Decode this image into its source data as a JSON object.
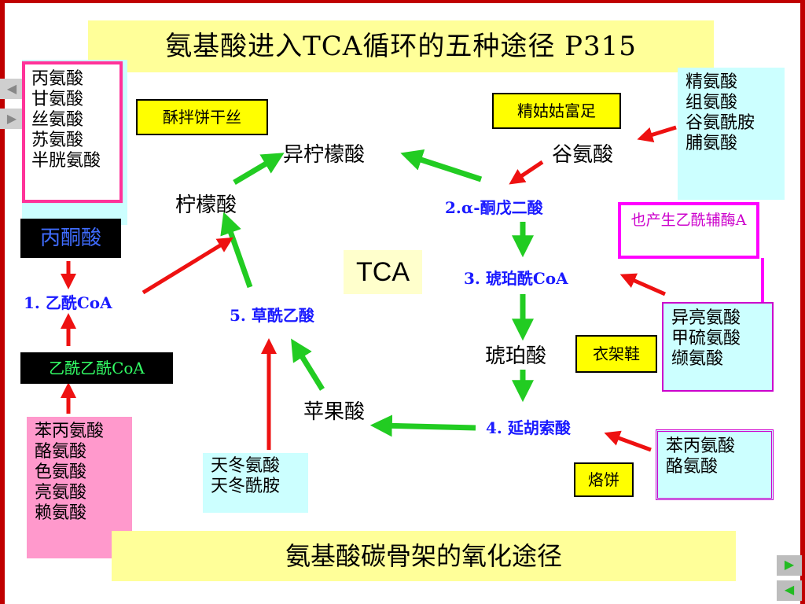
{
  "title": "氨基酸进入TCA循环的五种途径   P315",
  "footer": "氨基酸碳骨架的氧化途径",
  "left_group": {
    "items": [
      "丙氨酸",
      "甘氨酸",
      "丝氨酸",
      "苏氨酸",
      "半胱氨酸"
    ]
  },
  "mnemonic_left": "酥拌饼干丝",
  "pyruvate": "丙酮酸",
  "acetyl_coa": "1. 乙酰CoA",
  "acetoacetyl_coa": "乙酰乙酰CoA",
  "bottom_left_group": {
    "items": [
      "苯丙氨酸",
      "酪氨酸",
      "色氨酸",
      "亮氨酸",
      "赖氨酸"
    ]
  },
  "citrate": "柠檬酸",
  "isocitrate": "异柠檬酸",
  "tca_label": "TCA",
  "oxaloacetate": "5. 草酰乙酸",
  "malate": "苹果酸",
  "asp_group": {
    "items": [
      "天冬氨酸",
      "天冬酰胺"
    ]
  },
  "glutamate": "谷氨酸",
  "mnemonic_glu": "精姑姑富足",
  "akg": "2.α-酮戊二酸",
  "top_right_group": {
    "items": [
      "精氨酸",
      "组氨酸",
      "谷氨酰胺",
      "脯氨酸"
    ]
  },
  "note": "也产生乙酰辅酶A",
  "succinyl_coa": "3. 琥珀酰CoA",
  "succinate": "琥珀酸",
  "mnemonic_succ": "衣架鞋",
  "mid_right_group": {
    "items": [
      "异亮氨酸",
      "甲硫氨酸",
      "缬氨酸"
    ]
  },
  "fumarate": "4. 延胡索酸",
  "mnemonic_fum": "烙饼",
  "bottom_right_group": {
    "items": [
      "苯丙氨酸",
      "酪氨酸"
    ]
  },
  "nav": {
    "prev": "◀",
    "next": "▶"
  },
  "colors": {
    "red_arrow": "#ee1111",
    "green_arrow": "#22cc22",
    "title_bg": "#ffff99",
    "tag_bg": "#ffff00",
    "pink": "#ff99cc",
    "cyan": "#ccffff",
    "blue_text": "#1a1aff",
    "magenta": "#ff00ff"
  }
}
